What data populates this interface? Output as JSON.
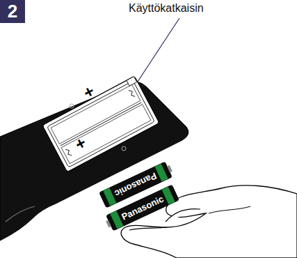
{
  "diagram": {
    "nodes": [
      {
        "text": [
          "2"
        ]
      }
    ],
    "labels": [
      "Käyttökatkaisin",
      "+",
      "+",
      "Panasonic",
      "Panasonic"
    ]
  }
}
